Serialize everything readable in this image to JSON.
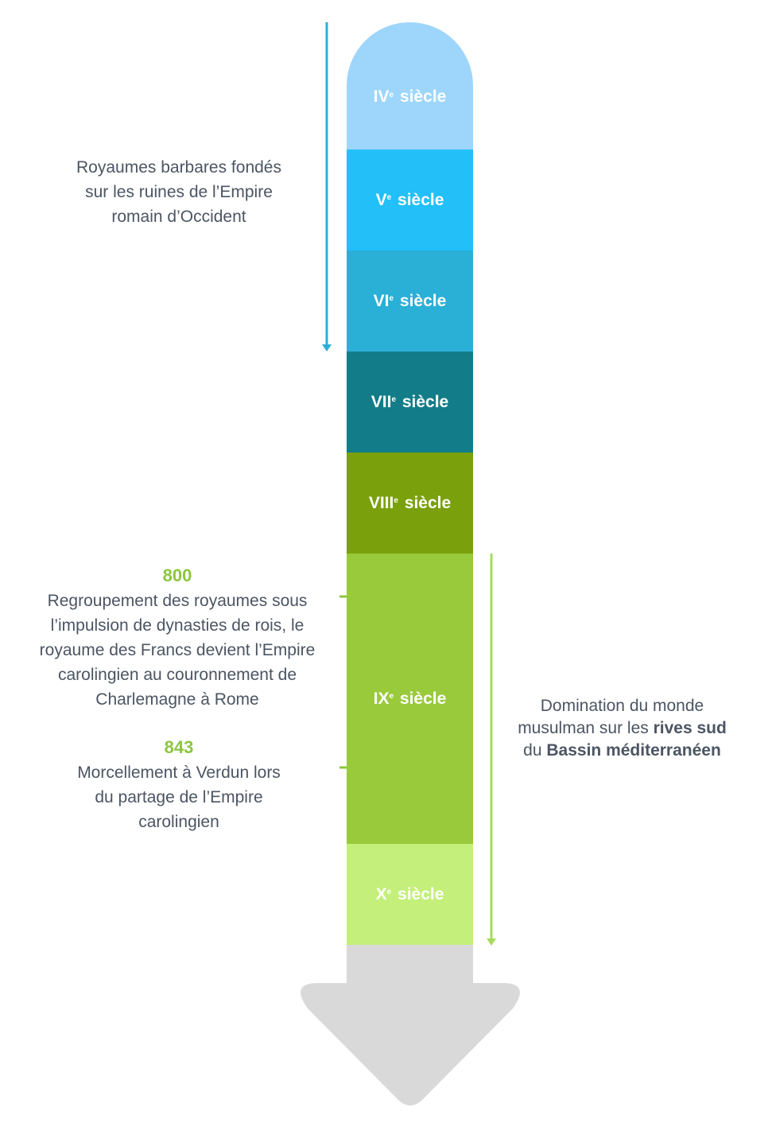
{
  "centuries": [
    {
      "roman": "IV",
      "sup": "e",
      "word": "siècle"
    },
    {
      "roman": "V",
      "sup": "e",
      "word": "siècle"
    },
    {
      "roman": "VI",
      "sup": "e",
      "word": "siècle"
    },
    {
      "roman": "VII",
      "sup": "e",
      "word": "siècle"
    },
    {
      "roman": "VIII",
      "sup": "e",
      "word": "siècle"
    },
    {
      "roman": "IX",
      "sup": "e",
      "word": "siècle"
    },
    {
      "roman": "X",
      "sup": "e",
      "word": "siècle"
    }
  ],
  "notes": {
    "barbares": {
      "lines": [
        "Royaumes barbares fondés",
        "sur les ruines de l’Empire",
        "romain d’Occident"
      ]
    },
    "event_800": {
      "year": "800",
      "lines": [
        "Regroupement des royaumes sous",
        "l’impulsion de dynasties de rois, le",
        "royaume des Francs devient l’Empire",
        "carolingien au couronnement de",
        "Charlemagne à Rome"
      ]
    },
    "event_843": {
      "year": "843",
      "lines": [
        "Morcellement à Verdun lors",
        "du partage de l’Empire",
        "carolingien"
      ]
    },
    "musulman": {
      "line1": "Domination du monde",
      "line2_pre": "musulman sur les ",
      "line2_bold": "rives sud",
      "line3_pre": "du ",
      "line3_bold": "Bassin méditerranéen"
    }
  },
  "colors": {
    "iv": "#9ed6fb",
    "v": "#22bff8",
    "vi": "#2aafd6",
    "vii": "#127d88",
    "viii": "#7aa00c",
    "ix": "#99ca3c",
    "x": "#c3ef7a",
    "arrow_grey": "#d9d9d9",
    "blue_arrow": "#2aafd6",
    "green_arrow": "#a5dc5c",
    "year_green": "#8cc63f",
    "text": "#4b5563"
  }
}
